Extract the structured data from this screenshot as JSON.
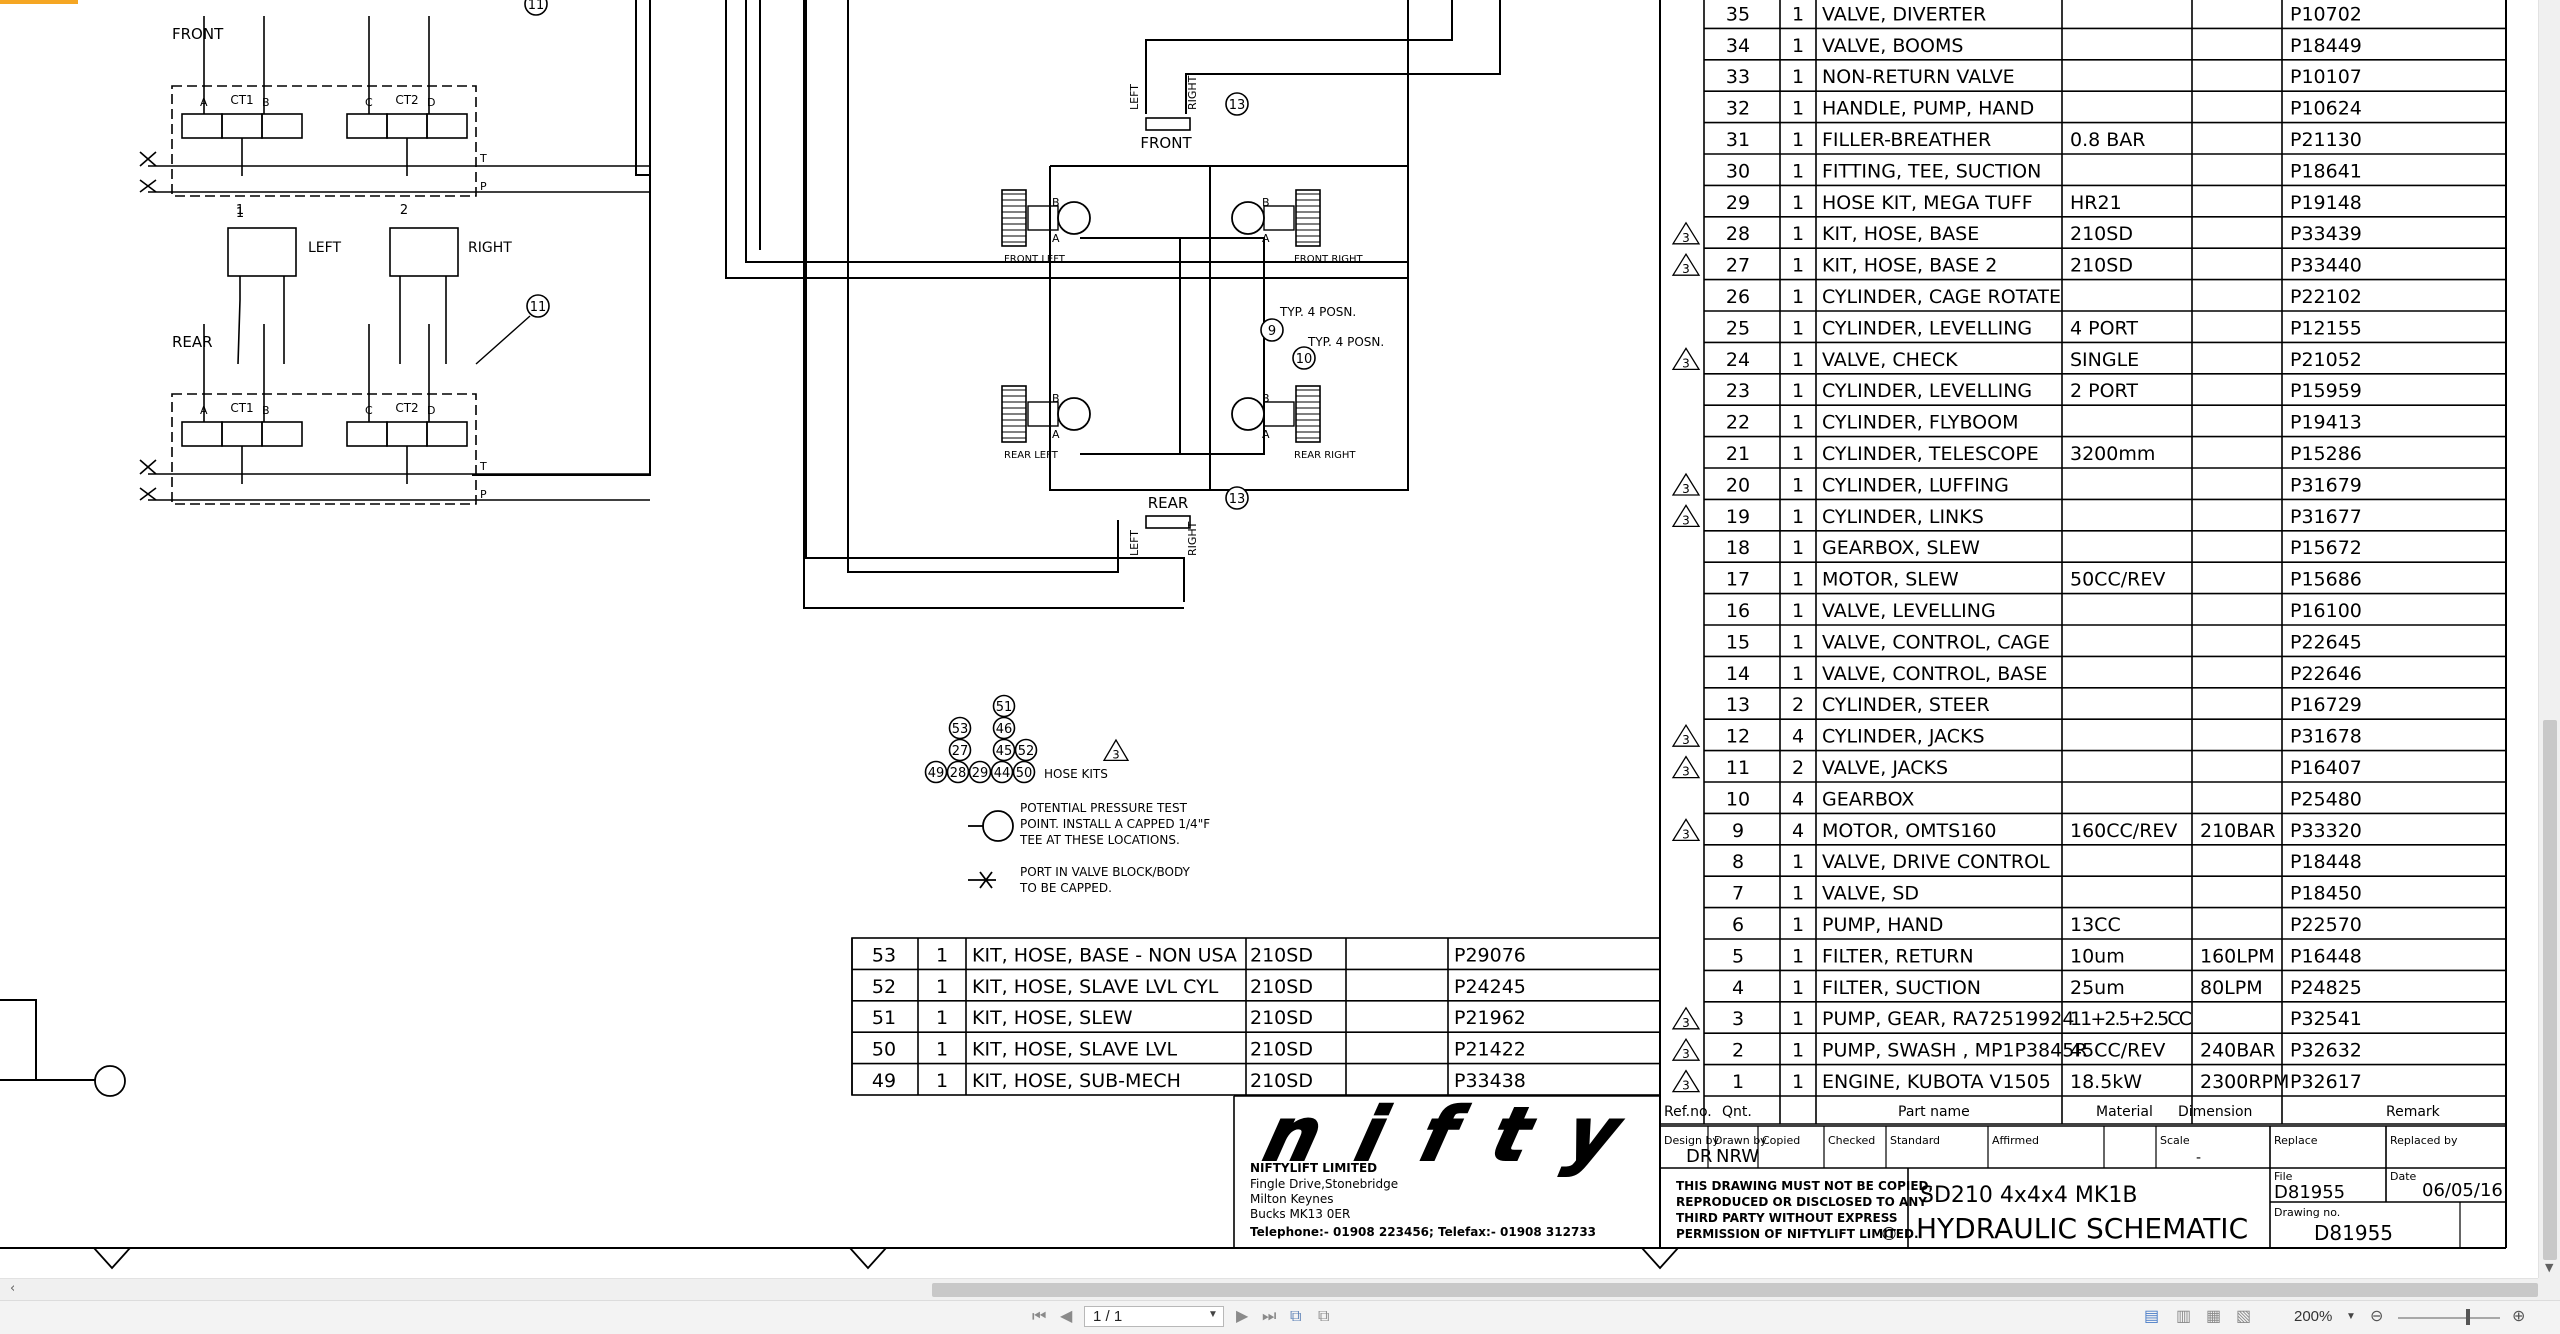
{
  "sheet": {
    "front_group": "FRONT",
    "rear_group": "REAR",
    "ct1": "CT1",
    "ct2": "CT2",
    "left": "LEFT",
    "right": "RIGHT",
    "front_left": "FRONT LEFT",
    "front_right": "FRONT RIGHT",
    "rear_left": "REAR LEFT",
    "rear_right": "REAR RIGHT",
    "front": "FRONT",
    "rear": "REAR",
    "typ": "TYP. 4 POSN.",
    "hose_kits": "HOSE KITS",
    "legend_test_1": "POTENTIAL PRESSURE TEST",
    "legend_test_2": "POINT. INSTALL A CAPPED 1/4\"F",
    "legend_test_3": "TEE AT THESE LOCATIONS.",
    "legend_cap_1": "PORT IN VALVE BLOCK/BODY",
    "legend_cap_2": "TO BE CAPPED.",
    "balloons": {
      "n1": "1",
      "n2": "2",
      "n9": "9",
      "n10": "10",
      "n11": "11",
      "n13": "13",
      "n27": "27",
      "n28": "28",
      "n29": "29",
      "n44": "44",
      "n45": "45",
      "n46": "46",
      "n49": "49",
      "n50": "50",
      "n51": "51",
      "n52": "52",
      "n53": "53"
    },
    "ports": {
      "A": "A",
      "B": "B",
      "C": "C",
      "D": "D",
      "T": "T",
      "P": "P",
      "rev": "3"
    }
  },
  "bom_right": [
    {
      "ref": "35",
      "qty": "1",
      "name": "VALVE, DIVERTER",
      "mat": "",
      "dim": "",
      "part": "P10702",
      "rev": false
    },
    {
      "ref": "34",
      "qty": "1",
      "name": "VALVE, BOOMS",
      "mat": "",
      "dim": "",
      "part": "P18449",
      "rev": false
    },
    {
      "ref": "33",
      "qty": "1",
      "name": "NON-RETURN VALVE",
      "mat": "",
      "dim": "",
      "part": "P10107",
      "rev": false
    },
    {
      "ref": "32",
      "qty": "1",
      "name": "HANDLE, PUMP, HAND",
      "mat": "",
      "dim": "",
      "part": "P10624",
      "rev": false
    },
    {
      "ref": "31",
      "qty": "1",
      "name": "FILLER-BREATHER",
      "mat": "0.8 BAR",
      "dim": "",
      "part": "P21130",
      "rev": false
    },
    {
      "ref": "30",
      "qty": "1",
      "name": "FITTING, TEE, SUCTION",
      "mat": "",
      "dim": "",
      "part": "P18641",
      "rev": false
    },
    {
      "ref": "29",
      "qty": "1",
      "name": "HOSE KIT, MEGA TUFF",
      "mat": "HR21",
      "dim": "",
      "part": "P19148",
      "rev": false
    },
    {
      "ref": "28",
      "qty": "1",
      "name": "KIT, HOSE, BASE",
      "mat": "210SD",
      "dim": "",
      "part": "P33439",
      "rev": true
    },
    {
      "ref": "27",
      "qty": "1",
      "name": "KIT, HOSE, BASE 2",
      "mat": "210SD",
      "dim": "",
      "part": "P33440",
      "rev": true
    },
    {
      "ref": "26",
      "qty": "1",
      "name": "CYLINDER, CAGE ROTATE",
      "mat": "",
      "dim": "",
      "part": "P22102",
      "rev": false
    },
    {
      "ref": "25",
      "qty": "1",
      "name": "CYLINDER, LEVELLING",
      "mat": "4 PORT",
      "dim": "",
      "part": "P12155",
      "rev": false
    },
    {
      "ref": "24",
      "qty": "1",
      "name": "VALVE, CHECK",
      "mat": "SINGLE",
      "dim": "",
      "part": "P21052",
      "rev": true
    },
    {
      "ref": "23",
      "qty": "1",
      "name": "CYLINDER, LEVELLING",
      "mat": "2 PORT",
      "dim": "",
      "part": "P15959",
      "rev": false
    },
    {
      "ref": "22",
      "qty": "1",
      "name": "CYLINDER, FLYBOOM",
      "mat": "",
      "dim": "",
      "part": "P19413",
      "rev": false
    },
    {
      "ref": "21",
      "qty": "1",
      "name": "CYLINDER, TELESCOPE",
      "mat": "3200mm",
      "dim": "",
      "part": "P15286",
      "rev": false
    },
    {
      "ref": "20",
      "qty": "1",
      "name": "CYLINDER, LUFFING",
      "mat": "",
      "dim": "",
      "part": "P31679",
      "rev": true
    },
    {
      "ref": "19",
      "qty": "1",
      "name": "CYLINDER, LINKS",
      "mat": "",
      "dim": "",
      "part": "P31677",
      "rev": true
    },
    {
      "ref": "18",
      "qty": "1",
      "name": "GEARBOX, SLEW",
      "mat": "",
      "dim": "",
      "part": "P15672",
      "rev": false
    },
    {
      "ref": "17",
      "qty": "1",
      "name": "MOTOR, SLEW",
      "mat": "50CC/REV",
      "dim": "",
      "part": "P15686",
      "rev": false
    },
    {
      "ref": "16",
      "qty": "1",
      "name": "VALVE, LEVELLING",
      "mat": "",
      "dim": "",
      "part": "P16100",
      "rev": false
    },
    {
      "ref": "15",
      "qty": "1",
      "name": "VALVE, CONTROL, CAGE",
      "mat": "",
      "dim": "",
      "part": "P22645",
      "rev": false
    },
    {
      "ref": "14",
      "qty": "1",
      "name": "VALVE, CONTROL, BASE",
      "mat": "",
      "dim": "",
      "part": "P22646",
      "rev": false
    },
    {
      "ref": "13",
      "qty": "2",
      "name": "CYLINDER, STEER",
      "mat": "",
      "dim": "",
      "part": "P16729",
      "rev": false
    },
    {
      "ref": "12",
      "qty": "4",
      "name": "CYLINDER, JACKS",
      "mat": "",
      "dim": "",
      "part": "P31678",
      "rev": true
    },
    {
      "ref": "11",
      "qty": "2",
      "name": "VALVE, JACKS",
      "mat": "",
      "dim": "",
      "part": "P16407",
      "rev": true
    },
    {
      "ref": "10",
      "qty": "4",
      "name": "GEARBOX",
      "mat": "",
      "dim": "",
      "part": "P25480",
      "rev": false
    },
    {
      "ref": "9",
      "qty": "4",
      "name": "MOTOR, OMTS160",
      "mat": "160CC/REV",
      "dim": "210BAR",
      "part": "P33320",
      "rev": true
    },
    {
      "ref": "8",
      "qty": "1",
      "name": "VALVE, DRIVE CONTROL",
      "mat": "",
      "dim": "",
      "part": "P18448",
      "rev": false
    },
    {
      "ref": "7",
      "qty": "1",
      "name": "VALVE, SD",
      "mat": "",
      "dim": "",
      "part": "P18450",
      "rev": false
    },
    {
      "ref": "6",
      "qty": "1",
      "name": "PUMP, HAND",
      "mat": "13CC",
      "dim": "",
      "part": "P22570",
      "rev": false
    },
    {
      "ref": "5",
      "qty": "1",
      "name": "FILTER, RETURN",
      "mat": "10um",
      "dim": "160LPM",
      "part": "P16448",
      "rev": false
    },
    {
      "ref": "4",
      "qty": "1",
      "name": "FILTER, SUCTION",
      "mat": "25um",
      "dim": "80LPM",
      "part": "P24825",
      "rev": false
    },
    {
      "ref": "3",
      "qty": "1",
      "name": "PUMP, GEAR, RA72519924",
      "mat": "11+2.5+2.5CC",
      "dim": "",
      "part": "P32541",
      "rev": true
    },
    {
      "ref": "2",
      "qty": "1",
      "name": "PUMP, SWASH , MP1P3845R",
      "mat": "45CC/REV",
      "dim": "240BAR",
      "part": "P32632",
      "rev": true
    },
    {
      "ref": "1",
      "qty": "1",
      "name": "ENGINE, KUBOTA V1505",
      "mat": "18.5kW",
      "dim": "2300RPM",
      "part": "P32617",
      "rev": true
    }
  ],
  "bom_left": [
    {
      "ref": "53",
      "qty": "1",
      "name": "KIT, HOSE, BASE - NON USA",
      "mat": "210SD",
      "dim": "",
      "part": "P29076"
    },
    {
      "ref": "52",
      "qty": "1",
      "name": "KIT, HOSE, SLAVE LVL CYL",
      "mat": "210SD",
      "dim": "",
      "part": "P24245"
    },
    {
      "ref": "51",
      "qty": "1",
      "name": "KIT, HOSE, SLEW",
      "mat": "210SD",
      "dim": "",
      "part": "P21962"
    },
    {
      "ref": "50",
      "qty": "1",
      "name": "KIT, HOSE, SLAVE LVL",
      "mat": "210SD",
      "dim": "",
      "part": "P21422"
    },
    {
      "ref": "49",
      "qty": "1",
      "name": "KIT, HOSE, SUB-MECH",
      "mat": "210SD",
      "dim": "",
      "part": "P33438"
    }
  ],
  "bom_header": {
    "ref": "Ref.no.",
    "qty": "Qnt.",
    "name": "Part name",
    "mat": "Material",
    "dim": "Dimension",
    "remark": "Remark"
  },
  "title_block": {
    "logo": "nifty",
    "company": "NIFTYLIFT LIMITED",
    "addr1": "Fingle Drive,Stonebridge",
    "addr2": "Milton Keynes",
    "addr3": "Bucks MK13 0ER",
    "phone": "Telephone:- 01908 223456; Telefax:- 01908 312733",
    "lbl_design": "Design by",
    "design_by": "DR",
    "lbl_drawn": "Drawn by",
    "drawn_by": "NRW",
    "lbl_copied": "Copied",
    "lbl_checked": "Checked",
    "lbl_standard": "Standard",
    "lbl_affirmed": "Affirmed",
    "lbl_scale": "Scale",
    "scale": "-",
    "lbl_replace": "Replace",
    "lbl_replaced": "Replaced by",
    "disc1": "THIS DRAWING MUST NOT BE COPIED,",
    "disc2": "REPRODUCED OR DISCLOSED TO ANY",
    "disc3": "THIRD PARTY WITHOUT EXPRESS",
    "disc4": "PERMISSION OF NIFTYLIFT LIMITED.",
    "copyright": "©",
    "model": "SD210 4x4x4 MK1B",
    "title": "HYDRAULIC SCHEMATIC",
    "lbl_file": "File",
    "file": "D81955",
    "lbl_date": "Date",
    "date": "06/05/16",
    "lbl_drawing_no": "Drawing no.",
    "drawing_no": "D81955"
  },
  "viewer": {
    "page": "1 / 1",
    "zoom": "200%",
    "icons": [
      "first-page-icon",
      "prev-page-icon",
      "next-page-icon",
      "last-page-icon",
      "fit-width-icon",
      "fit-page-icon",
      "single-page-icon",
      "continuous-icon",
      "facing-icon",
      "cover-icon",
      "zoom-out-icon",
      "zoom-in-icon"
    ]
  }
}
